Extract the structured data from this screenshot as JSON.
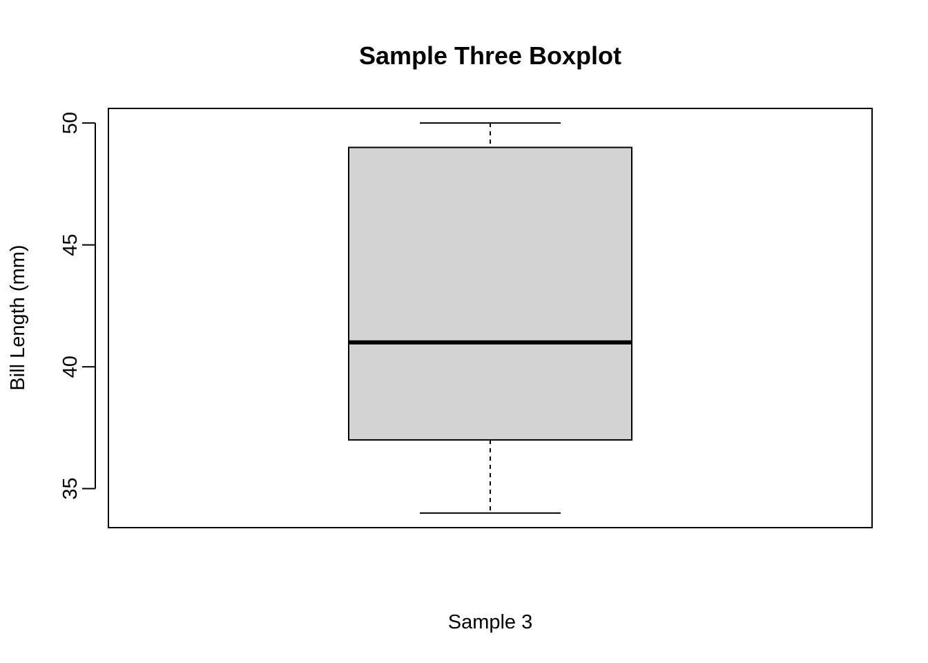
{
  "chart_data": {
    "type": "boxplot",
    "title": "Sample Three Boxplot",
    "xlabel": "Sample 3",
    "ylabel": "Bill Length (mm)",
    "ylim": [
      33.4,
      50.6
    ],
    "yticks": [
      35,
      40,
      45,
      50
    ],
    "ytick_labels": [
      "35",
      "40",
      "45",
      "50"
    ],
    "grid": false,
    "series": [
      {
        "whisker_low": 34,
        "q1": 37,
        "median": 41,
        "q3": 49,
        "whisker_high": 50
      }
    ],
    "colors": {
      "box_fill": "#d3d3d3",
      "line": "#000000",
      "background": "#ffffff"
    }
  }
}
